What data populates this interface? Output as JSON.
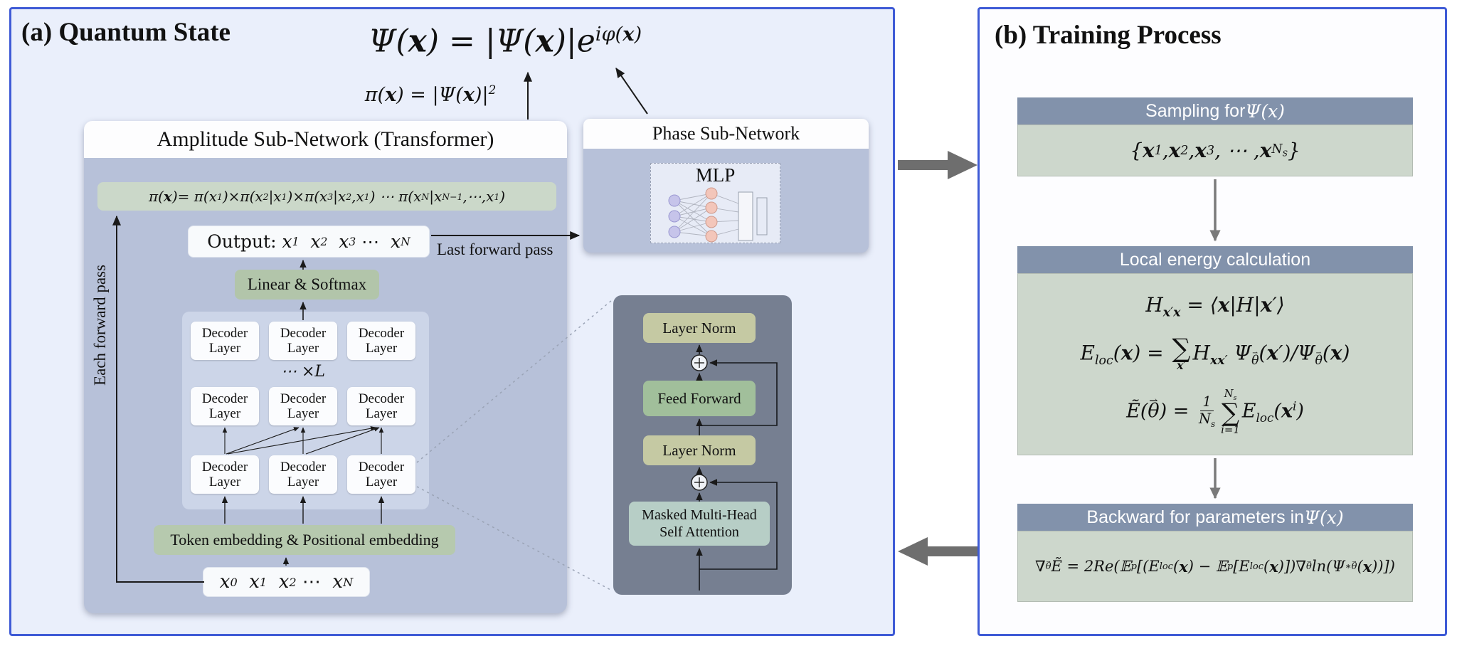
{
  "colors": {
    "panel_border": "#3f5bd6",
    "panel_a_bg": "#eaeffb",
    "network_bg": "#b7c1d9",
    "factor_strip": "#cbd8c9",
    "green_box": "#b2c5aa",
    "embedding_box": "#b6c9ae",
    "decoder_container": "#ccd5e8",
    "detail_bg": "#767f91",
    "layer_norm": "#c5c9a3",
    "feed_forward": "#a1bf9b",
    "attention": "#b7cec6",
    "block_header": "#8292ab",
    "block_body": "#cdd7cc",
    "big_arrow": "#6e6e6e"
  },
  "panel_a": {
    "title": "(a) Quantum State",
    "psi_formula": "Ψ(<b>x</b>) = |Ψ(<b>x</b>)|e<sup>iφ(<b>x</b>)</sup>",
    "pi_formula": "π(<b>x</b>) = |Ψ(<b>x</b>)|<sup>2</sup>",
    "amplitude": {
      "title": "Amplitude Sub-Network (Transformer)",
      "factorization": "π(<b>x</b>)= π(x<sub>1</sub>)×π(x<sub>2</sub>|x<sub>1</sub>)×π(x<sub>3</sub>|x<sub>2</sub>,x<sub>1</sub>) ⋯ π(x<sub>N</sub>|x<sub>N−1</sub>,⋯,x<sub>1</sub>)",
      "output_row": "<span class='up'>Output: </span>&nbsp;x<sub>1</sub>&nbsp; x<sub>2</sub>&nbsp; x<sub>3</sub>&nbsp; <span class='up'>⋯</span>&nbsp; x<sub>N</sub>",
      "linear_softmax": "Linear & Softmax",
      "decoder_layer": "Decoder Layer",
      "repeat_note": "⋯ ×L",
      "token_embedding": "Token embedding & Positional embedding",
      "input_row": "x<sub>0</sub>&nbsp; x<sub>1</sub>&nbsp; x<sub>2</sub>&nbsp; <span class='up'>⋯</span>&nbsp; x<sub>N</sub>",
      "each_forward_pass": "Each forward pass",
      "last_forward_pass": "Last forward pass"
    },
    "phase": {
      "title": "Phase Sub-Network",
      "mlp_label": "MLP"
    },
    "detail": {
      "layer_norm_top": "Layer Norm",
      "feed_forward": "Feed Forward",
      "layer_norm_bottom": "Layer Norm",
      "masked_attention": "Masked Multi-Head Self Attention"
    }
  },
  "panel_b": {
    "title": "(b) Training Process",
    "sampling": {
      "header": "Sampling for <span class='mi'>Ψ(x)</span>",
      "sample_set": "{<b>x</b><sup>1</sup>, <b>x</b><sup>2</sup>, <b>x</b><sup>3</sup>, ⋯ , <b>x</b><sup>N<sub>S</sub></sup>}"
    },
    "local_energy": {
      "header": "Local energy calculation",
      "h_matrix": "H<sub><b>x</b>′<b>x</b></sub> = ⟨<b>x</b>|H|<b>x</b>′⟩",
      "e_loc": "E<sub>loc</sub>(<b>x</b>) = <span class='stack'><span class='big'>∑</span><span class='lim'><b>x</b>′</span></span>H<sub><b>xx</b>′</sub> Ψ<sub><span class='vec'>θ</span></sub>(<b>x</b>′)/Ψ<sub><span class='vec'>θ</span></sub>(<b>x</b>)",
      "e_mean": "Ẽ(<span class='vec'>θ</span>) = <span class='frac'><span>1</span><span>N<sub>s</sub></span></span><span class='stack'><span class='lim'>N<sub>s</sub></span><span class='big'>∑</span><span class='lim'>i=1</span></span>E<sub>loc</sub>(<b>x</b><sup>i</sup>)"
    },
    "backward": {
      "header": "Backward for parameters in <span class='mi'>Ψ(x)</span>",
      "gradient": "∇<sub><span class='vec'>θ</span></sub>Ẽ = 2Re(𝔼<sub>p</sub>[(E<sub>loc</sub>(<b>x</b>) − 𝔼<sub>p</sub>[E<sub>loc</sub>(<b>x</b>)])∇<sub><span class='vec'>θ</span></sub> ln(Ψ<sup>∗</sup><sub><span class='vec'>θ</span></sub>(<b>x</b>))])"
    }
  }
}
